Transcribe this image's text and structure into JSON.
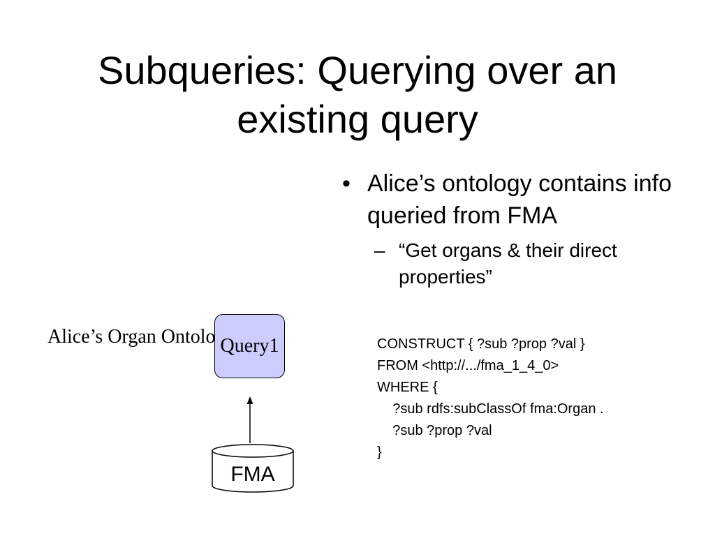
{
  "slide": {
    "title": "Subqueries: Querying over an existing query",
    "bullets": [
      {
        "marker": "•",
        "text": "Alice’s ontology contains info queried from FMA",
        "sub": [
          {
            "marker": "–",
            "text": "“Get organs & their direct properties”"
          }
        ]
      }
    ],
    "query_code": "CONSTRUCT { ?sub ?prop ?val }\nFROM <http://.../fma_1_4_0>\nWHERE {\n    ?sub rdfs:subClassOf fma:Organ .\n    ?sub ?prop ?val\n}"
  },
  "diagram": {
    "ontology_label": "Alice’s Organ Ontology",
    "query_node": "Query1",
    "database_node": "FMA",
    "colors": {
      "query_fill": "#ccccff",
      "stroke": "#000000"
    },
    "icons": [
      "arrow-up-icon",
      "database-cylinder-icon"
    ]
  }
}
